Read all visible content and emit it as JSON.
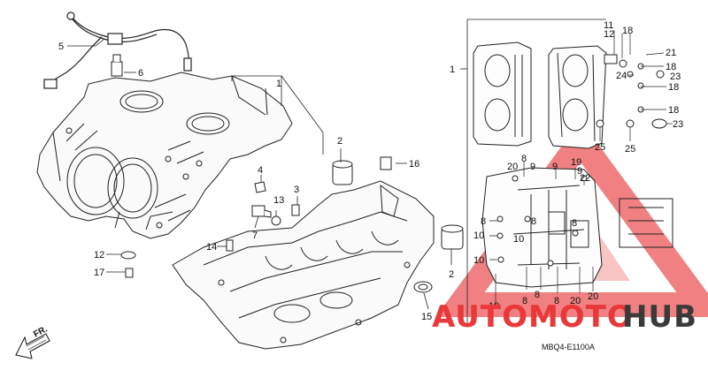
{
  "diagram_code": "MBQ4-E1100A",
  "direction_label": "FR.",
  "watermark": {
    "word_red": "AUTOMOTO",
    "word_dark": "HUB",
    "red": "#e8383a",
    "dark": "#3a3a3a"
  },
  "callouts": {
    "c1_left": "1",
    "c1_right": "1",
    "c2_top": "2",
    "c2_right": "2",
    "c3": "3",
    "c4": "4",
    "c5": "5",
    "c6": "6",
    "c7": "7",
    "c8_a": "8",
    "c8_b": "8",
    "c8_c": "8",
    "c8_d": "8",
    "c8_e": "8",
    "c8_f": "8",
    "c9_a": "9",
    "c9_b": "9",
    "c10_a": "10",
    "c10_b": "10",
    "c10_c": "10",
    "c11": "11",
    "c12_top": "12",
    "c12_left": "12",
    "c13": "13",
    "c14": "14",
    "c15": "15",
    "c16": "16",
    "c17": "17",
    "c18_a": "18",
    "c18_b": "18",
    "c18_c": "18",
    "c18_d": "18",
    "c19_a": "19",
    "c19_b": "19",
    "c20_a": "20",
    "c20_b": "20",
    "c20_c": "20",
    "c21": "21",
    "c22": "22",
    "c23_a": "23",
    "c23_b": "23",
    "c24": "24",
    "c25_a": "25",
    "c25_b": "25"
  }
}
